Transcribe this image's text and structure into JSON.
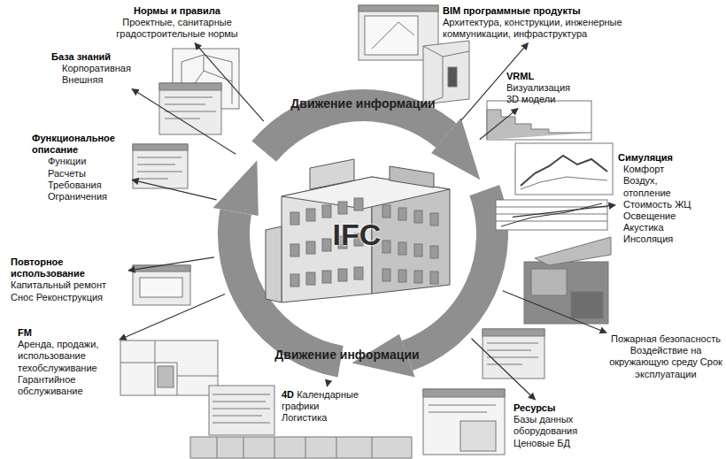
{
  "diagram": {
    "nodes": [
      {
        "text": [
          "Движение информации",
          "IFC",
          "Движение информации"
        ]
      },
      {
        "text": [
          "Нормы и правила",
          "Проектные, санитарные градостроительные нормы"
        ]
      },
      {
        "text": [
          "BIM программные продукты",
          "Архитектура, конструкции, инженерные коммуникации, инфраструктура"
        ]
      },
      {
        "text": [
          "База знаний",
          "Корпоративная Внешняя"
        ]
      },
      {
        "text": [
          "VRML",
          "Визуализация 3D модели"
        ]
      },
      {
        "text": [
          "Функциональное описание",
          "Функции Расчеты Требования Ограничения"
        ]
      },
      {
        "text": [
          "Симуляция",
          "Комфорт Воздух, отопление Стоимость ЖЦ Освещение Акустика Инсоляция"
        ]
      },
      {
        "text": [
          "Повторное использование",
          "Капитальный ремонт Снос Реконструкция"
        ]
      },
      {
        "text": [
          "FM",
          "Аренда, продажи, использование техобслуживание Гарантийное обслуживание"
        ]
      },
      {
        "text": [
          "Пожарная безопасность Воздействие на окружающую среду Срок эксплуатации"
        ]
      },
      {
        "text": [
          "4D",
          "Календарные графики Логистика"
        ]
      },
      {
        "text": [
          "Ресурсы",
          "Базы данных оборудования Ценовые БД"
        ]
      }
    ],
    "edges": [
      {
        "from": 0,
        "to": 1,
        "arrow": "to"
      },
      {
        "from": 0,
        "to": 2,
        "arrow": "to"
      },
      {
        "from": 0,
        "to": 3,
        "arrow": "to"
      },
      {
        "from": 0,
        "to": 4,
        "arrow": "to"
      },
      {
        "from": 0,
        "to": 5,
        "arrow": "to"
      },
      {
        "from": 0,
        "to": 6,
        "arrow": "to"
      },
      {
        "from": 0,
        "to": 7,
        "arrow": "to"
      },
      {
        "from": 0,
        "to": 8,
        "arrow": "to"
      },
      {
        "from": 0,
        "to": 9,
        "arrow": "to"
      },
      {
        "from": 0,
        "to": 10,
        "arrow": "to"
      },
      {
        "from": 0,
        "to": 11,
        "arrow": "to"
      }
    ]
  }
}
